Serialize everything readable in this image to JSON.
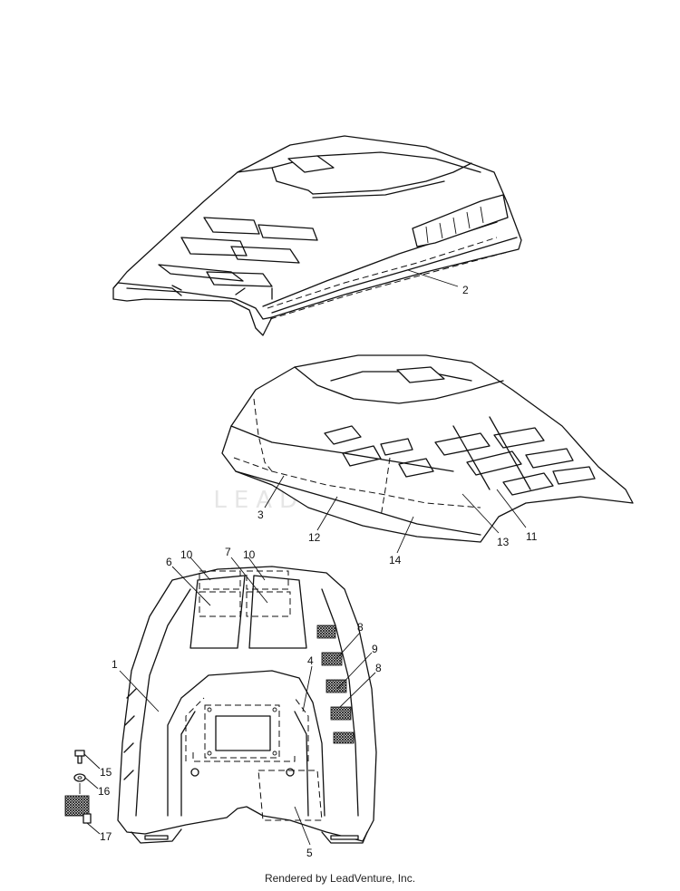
{
  "watermark": "LEADVENTURE",
  "footer": "Rendered by LeadVenture, Inc.",
  "callouts": {
    "c1": "1",
    "c2": "2",
    "c3": "3",
    "c4": "4",
    "c5": "5",
    "c6": "6",
    "c7": "7",
    "c8a": "8",
    "c8b": "8",
    "c9": "9",
    "c10a": "10",
    "c10b": "10",
    "c11": "11",
    "c12": "12",
    "c13": "13",
    "c14": "14",
    "c15": "15",
    "c16": "16",
    "c17": "17"
  }
}
